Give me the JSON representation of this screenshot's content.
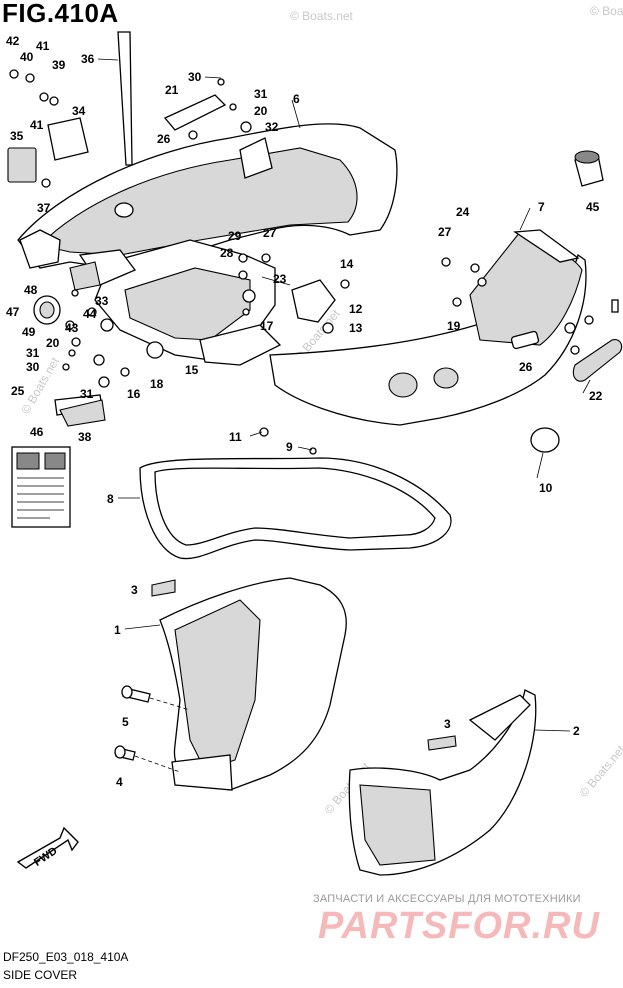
{
  "figure_title": "FIG.410A",
  "footer": {
    "code": "DF250_E03_018_410A",
    "name": "SIDE COVER"
  },
  "watermarks": {
    "boats": "© Boats.net",
    "ru_text": "ЗАПЧАСТИ И АКСЕССУАРЫ ДЛЯ МОТОТЕХНИКИ",
    "ru_logo": "PARTSFOR.RU"
  },
  "fwd_label": "FWD",
  "callouts": [
    "42",
    "41",
    "40",
    "39",
    "36",
    "30",
    "21",
    "31",
    "6",
    "20",
    "32",
    "26",
    "34",
    "41",
    "35",
    "37",
    "45",
    "24",
    "7",
    "27",
    "29",
    "28",
    "27",
    "23",
    "14",
    "33",
    "47",
    "48",
    "44",
    "43",
    "49",
    "20",
    "31",
    "30",
    "25",
    "38",
    "22",
    "46",
    "12",
    "13",
    "19",
    "17",
    "15",
    "16",
    "18",
    "26",
    "31",
    "11",
    "9",
    "10",
    "8",
    "3",
    "1",
    "5",
    "4",
    "3",
    "2"
  ]
}
